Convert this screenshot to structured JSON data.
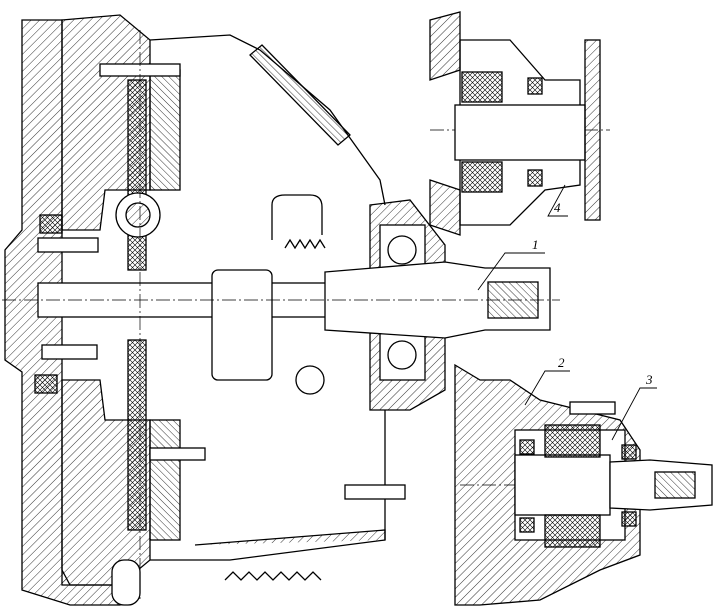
{
  "callouts": [
    {
      "text": "1"
    },
    {
      "text": "2"
    },
    {
      "text": "3"
    },
    {
      "text": "4"
    }
  ]
}
